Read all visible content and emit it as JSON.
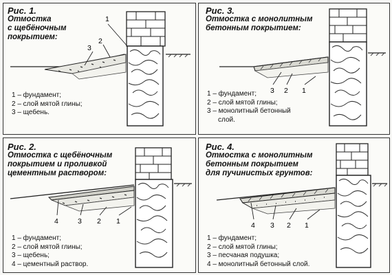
{
  "figures": [
    {
      "label": "Рис. 1.",
      "title_lines": [
        "Отмостка",
        "с щебёночным",
        "покрытием:"
      ],
      "legend": [
        "1 – фундамент;",
        "2 – слой мятой глины;",
        "3 – щебень."
      ],
      "callouts": [
        "1",
        "2",
        "3"
      ]
    },
    {
      "label": "Рис. 3.",
      "title_lines": [
        "Отмостка с монолитным",
        "бетонным покрытием:"
      ],
      "legend": [
        "1 – фундамент;",
        "2 – слой мятой глины;",
        "3 – монолитный бетонный",
        "слой."
      ],
      "callouts": [
        "3",
        "2",
        "1"
      ]
    },
    {
      "label": "Рис. 2.",
      "title_lines": [
        "Отмостка с щебёночным",
        "покрытием и проливкой",
        "цементным раствором:"
      ],
      "legend": [
        "1 – фундамент;",
        "2 – слой мятой глины;",
        "3 – щебень;",
        "4 – цементный раствор."
      ],
      "callouts": [
        "4",
        "3",
        "2",
        "1"
      ]
    },
    {
      "label": "Рис. 4.",
      "title_lines": [
        "Отмостка с монолитным",
        "бетонным покрытием",
        "для пучинистых грунтов:"
      ],
      "legend": [
        "1 – фундамент;",
        "2 – слой мятой глины;",
        "3 – песчаная подушка;",
        "4 – монолитный бетонный слой."
      ],
      "callouts": [
        "4",
        "3",
        "2",
        "1"
      ]
    }
  ]
}
